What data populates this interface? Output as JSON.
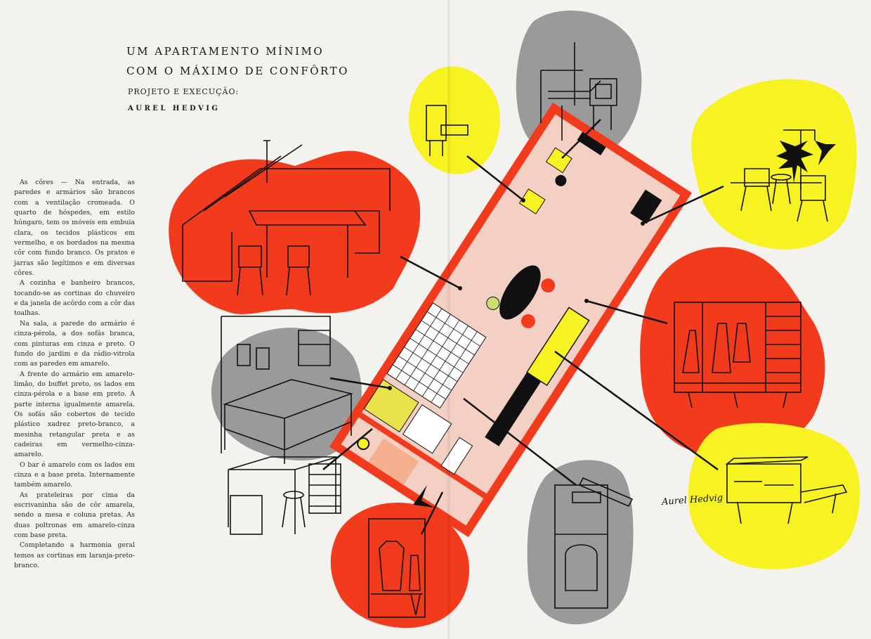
{
  "header": {
    "title_line1": "UM APARTAMENTO MÍNIMO",
    "title_line2": "COM O MÁXIMO DE CONFÔRTO",
    "credit": "PROJETO E EXECUÇÃO:",
    "author": "AUREL HEDVIG"
  },
  "body_paragraphs": [
    "As côres — Na entrada, as paredes e armários são brancos com a ventilação cromeada. O quarto de hóspedes, em estilo húngaro, tem os móveis em embuia clara, os tecidos plásticos em vermelho, e os bordados na mesma côr com fundo branco. Os pratos e jarras são legítimos e em diversas côres.",
    "A cozinha e banheiro brancos, tocando-se as cortinas do chuveiro e da janela de acôrdo com a côr das toalhas.",
    "Na sala, a parede do armário é cinza-pérola, a dos sofás branca, com pinturas em cinza e preto. O fundo do jardim e da rádio-vitrola com as paredes em amarelo.",
    "A frente do armário em amarelo-limão, do buffet preto, os lados em cinza-pérola e a base em preto. A parte interna igualmente amarela. Os sofás são cobertos de tecido plástico xadrez preto-branco, a mesinha retangular preta e as cadeiras em vermelho-cinza-amarelo.",
    "O bar é amarelo com os lados em cinza e a base preta. Internamente também amarelo.",
    "As prateleiras por cima da escrivaninha são de côr amarela, sendo a mesa e coluna pretas. As duas poltronas em amarelo-cinza com base preta.",
    "Completando a harmonia geral temos as cortinas em laranja-preto-branco."
  ],
  "signature": "Aurel Hedvig",
  "colors": {
    "red": "#f23a1c",
    "yellow": "#f7f222",
    "gray": "#9a9a9a",
    "paper": "#f4f2ee",
    "ink": "#111111",
    "pink_floor": "#f3cfc4"
  }
}
